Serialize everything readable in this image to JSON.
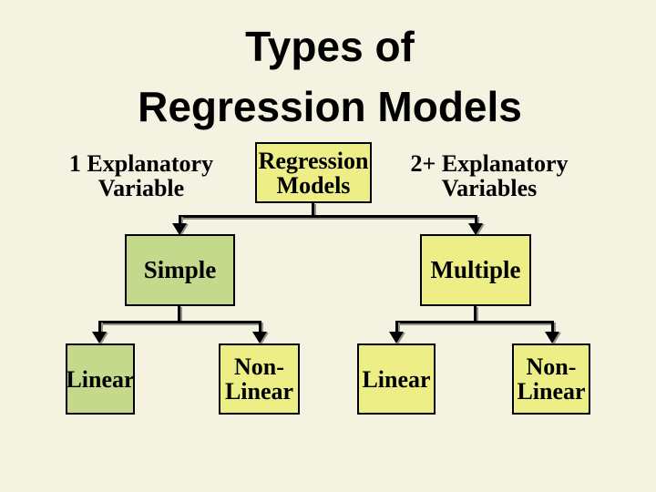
{
  "slide": {
    "title": "Types of\nRegression Models"
  },
  "diagram": {
    "left_label": "1 Explanatory\nVariable",
    "right_label": "2+ Explanatory\nVariables",
    "nodes": {
      "root": "Regression\nModels",
      "simple": "Simple",
      "multiple": "Multiple",
      "simple_linear": "Linear",
      "simple_nonlinear": "Non-\nLinear",
      "multiple_linear": "Linear",
      "multiple_nonlinear": "Non-\nLinear"
    }
  },
  "colors": {
    "background": "#F4F2E0",
    "box_yellow": "#EDEE85",
    "box_green": "#C5D98D",
    "line": "#000000",
    "line_shadow": "#90908A",
    "text": "#000000"
  }
}
